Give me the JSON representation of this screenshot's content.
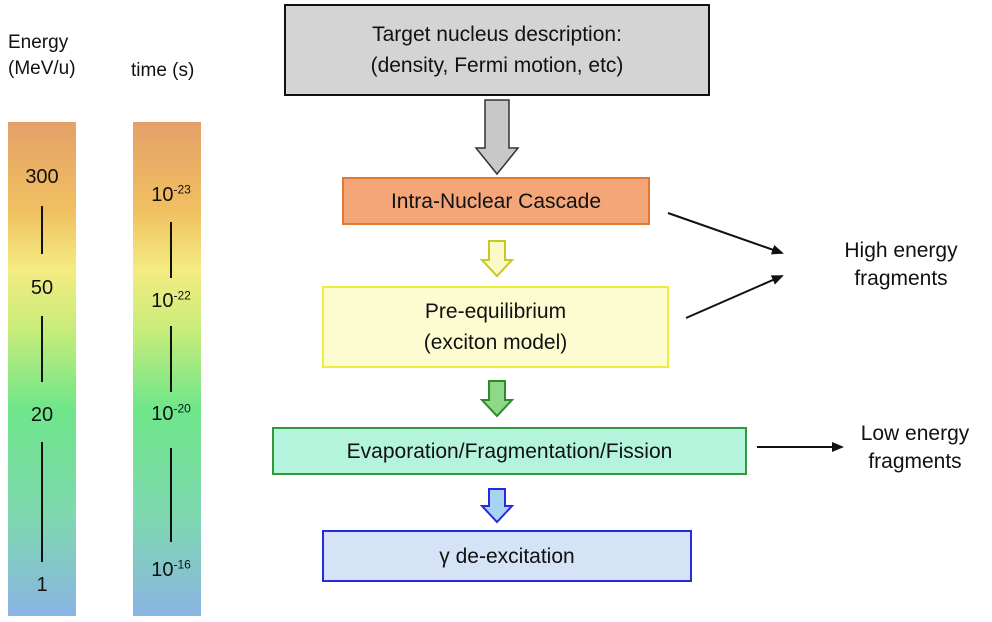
{
  "energy_scale": {
    "title_line1": "Energy",
    "title_line2": "(MeV/u)",
    "labels": [
      "300",
      "50",
      "20",
      "1"
    ]
  },
  "time_scale": {
    "title": "time (s)",
    "base": "10",
    "exponents": [
      "-23",
      "-22",
      "-20",
      "-16"
    ]
  },
  "boxes": {
    "target": {
      "line1": "Target nucleus description:",
      "line2": "(density, Fermi motion, etc)"
    },
    "cascade": {
      "label": "Intra-Nuclear Cascade"
    },
    "preeq": {
      "line1": "Pre-equilibrium",
      "line2": "(exciton model)"
    },
    "evap": {
      "label": "Evaporation/Fragmentation/Fission"
    },
    "gamma": {
      "label": "γ de-excitation"
    }
  },
  "outputs": {
    "high": {
      "line1": "High energy",
      "line2": "fragments"
    },
    "low": {
      "line1": "Low energy",
      "line2": "fragments"
    }
  },
  "colors": {
    "target_fill": "#d4d4d4",
    "cascade_fill": "#f4a679",
    "cascade_border": "#e07a2e",
    "preeq_fill": "#fdfbd0",
    "preeq_border": "#eeee3a",
    "evap_fill": "#b4f4dc",
    "evap_border": "#2e9a3a",
    "gamma_fill": "#d4e3f6",
    "gamma_border": "#2a2adc"
  }
}
